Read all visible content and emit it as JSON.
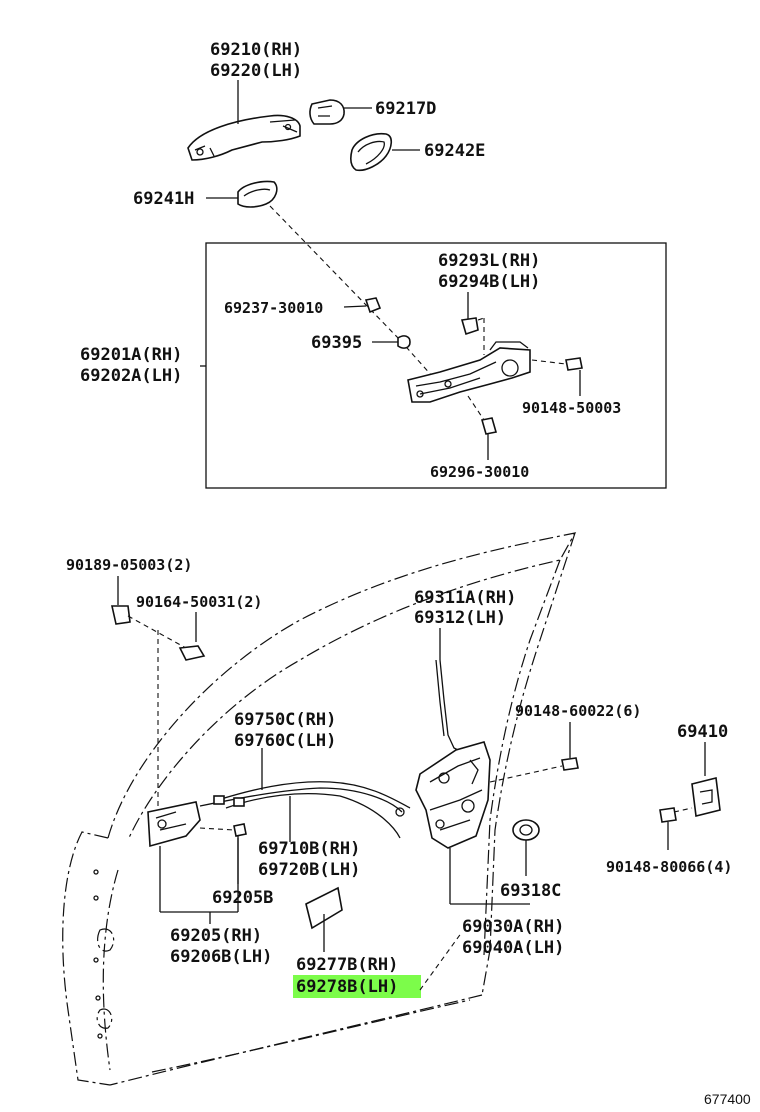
{
  "colors": {
    "highlight": "#7CFC4A",
    "ink": "#111111",
    "background": "#ffffff"
  },
  "labels": {
    "p69210": "69210(RH)",
    "p69220": "69220(LH)",
    "p69217": "69217D",
    "p69242": "69242E",
    "p69241": "69241H",
    "p69293": "69293L(RH)",
    "p69294": "69294B(LH)",
    "p69237": "69237-30010",
    "p69395": "69395",
    "p69201": "69201A(RH)",
    "p69202": "69202A(LH)",
    "p90148a": "90148-50003",
    "p69296": "69296-30010",
    "p90189": "90189-05003(2)",
    "p90164": "90164-50031(2)",
    "p69311": "69311A(RH)",
    "p69312": "69312(LH)",
    "p90148b": "90148-60022(6)",
    "p69410": "69410",
    "p69750": "69750C(RH)",
    "p69760": "69760C(LH)",
    "p69710": "69710B(RH)",
    "p69720": "69720B(LH)",
    "p69205b": "69205B",
    "p69318": "69318C",
    "p90148c": "90148-80066(4)",
    "p69205": "69205(RH)",
    "p69206": "69206B(LH)",
    "p69030": "69030A(RH)",
    "p69040": "69040A(LH)",
    "p69277": "69277B(RH)",
    "p69278": "69278B(LH)"
  },
  "diagram_ref": "677400"
}
